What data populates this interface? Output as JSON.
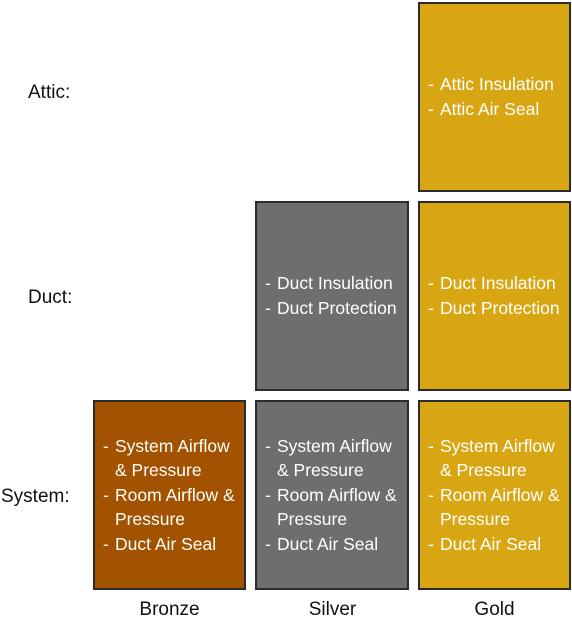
{
  "rows": {
    "attic": "Attic:",
    "duct": "Duct:",
    "system": "System:"
  },
  "columns": {
    "bronze": "Bronze",
    "silver": "Silver",
    "gold": "Gold"
  },
  "colors": {
    "bronze": "#a35200",
    "silver": "#6e6e6e",
    "gold": "#d9a613",
    "border": "#2b2b2b"
  },
  "tiles": {
    "gold_attic": [
      "Attic Insulation",
      "Attic Air Seal"
    ],
    "silver_duct": [
      "Duct Insulation",
      "Duct Protection"
    ],
    "gold_duct": [
      "Duct Insulation",
      "Duct Protection"
    ],
    "bronze_system": [
      "System Airflow & Pressure",
      "Room Airflow & Pressure",
      "Duct Air Seal"
    ],
    "silver_system": [
      "System Airflow & Pressure",
      "Room Airflow & Pressure",
      "Duct Air Seal"
    ],
    "gold_system": [
      "System Airflow & Pressure",
      "Room Airflow & Pressure",
      "Duct Air Seal"
    ]
  },
  "dash": "-"
}
